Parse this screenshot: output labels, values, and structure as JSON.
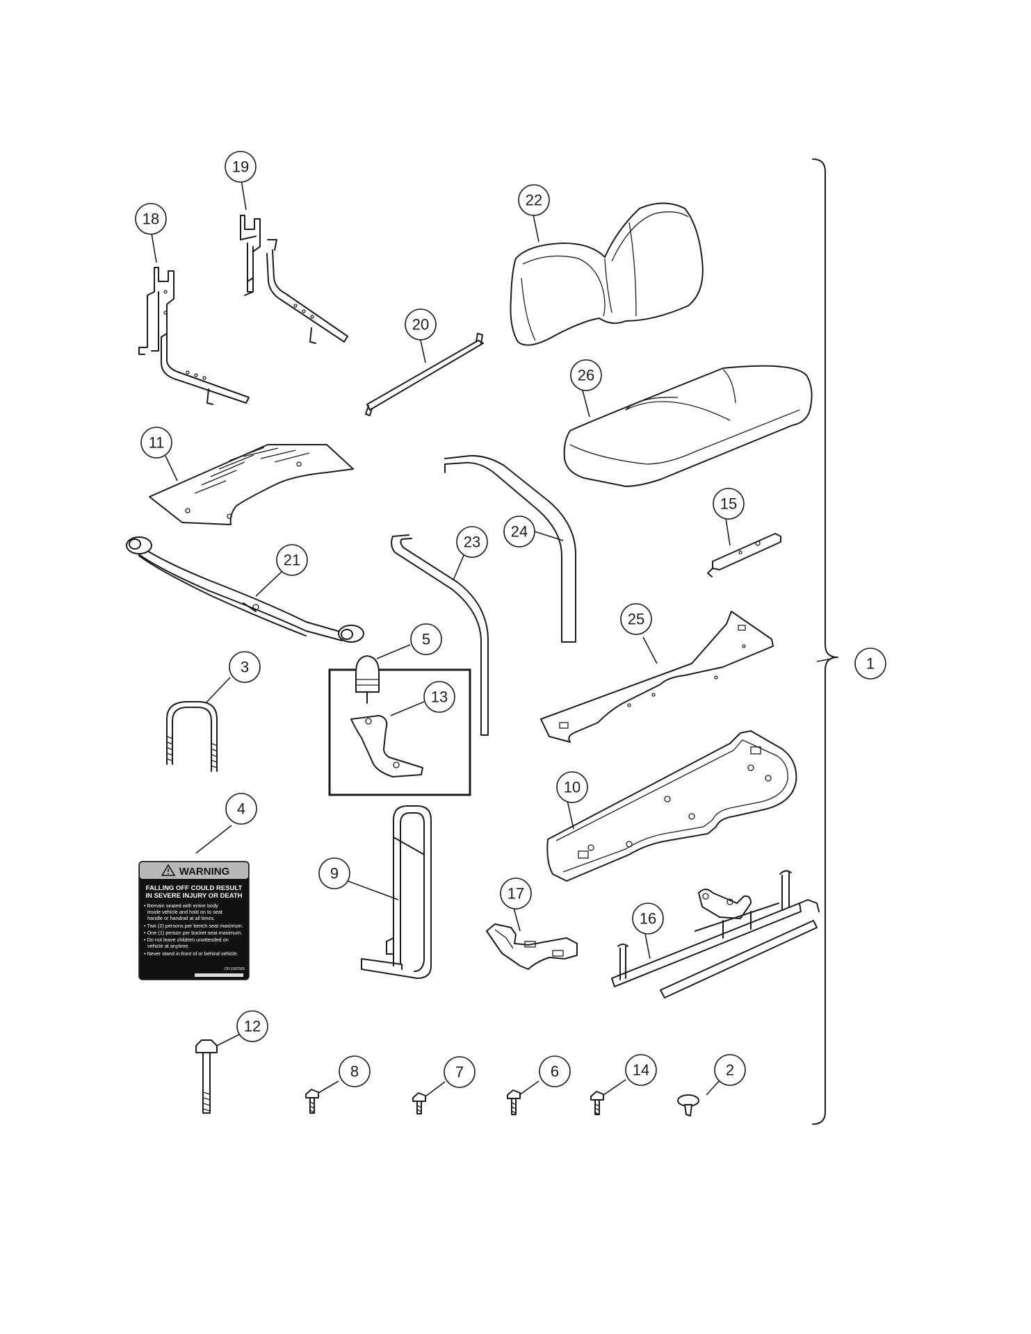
{
  "callouts": {
    "c1": "1",
    "c2": "2",
    "c3": "3",
    "c4": "4",
    "c5": "5",
    "c6": "6",
    "c7": "7",
    "c8": "8",
    "c9": "9",
    "c10": "10",
    "c11": "11",
    "c12": "12",
    "c13": "13",
    "c14": "14",
    "c15": "15",
    "c16": "16",
    "c17": "17",
    "c18": "18",
    "c19": "19",
    "c20": "20",
    "c21": "21",
    "c22": "22",
    "c23": "23",
    "c24": "24",
    "c25": "25",
    "c26": "26"
  },
  "warning_label": {
    "title": "WARNING",
    "headline_1": "FALLING OFF COULD RESULT",
    "headline_2": "IN SEVERE INJURY OR DEATH",
    "bullet_1a": "• Remain seated with entire body",
    "bullet_1b": "inside vehicle and hold on to seat",
    "bullet_1c": "handle or handrail at all times.",
    "bullet_2": "• Two (2) persons per bench seat maximum.",
    "bullet_3": "• One (1) person per bucket seat maximum.",
    "bullet_4a": "• Do not leave children unattended on",
    "bullet_4b": "vehicle at anytime.",
    "bullet_5": "• Never stand in front of or behind vehicle.",
    "part_code": "DO 103755S"
  }
}
